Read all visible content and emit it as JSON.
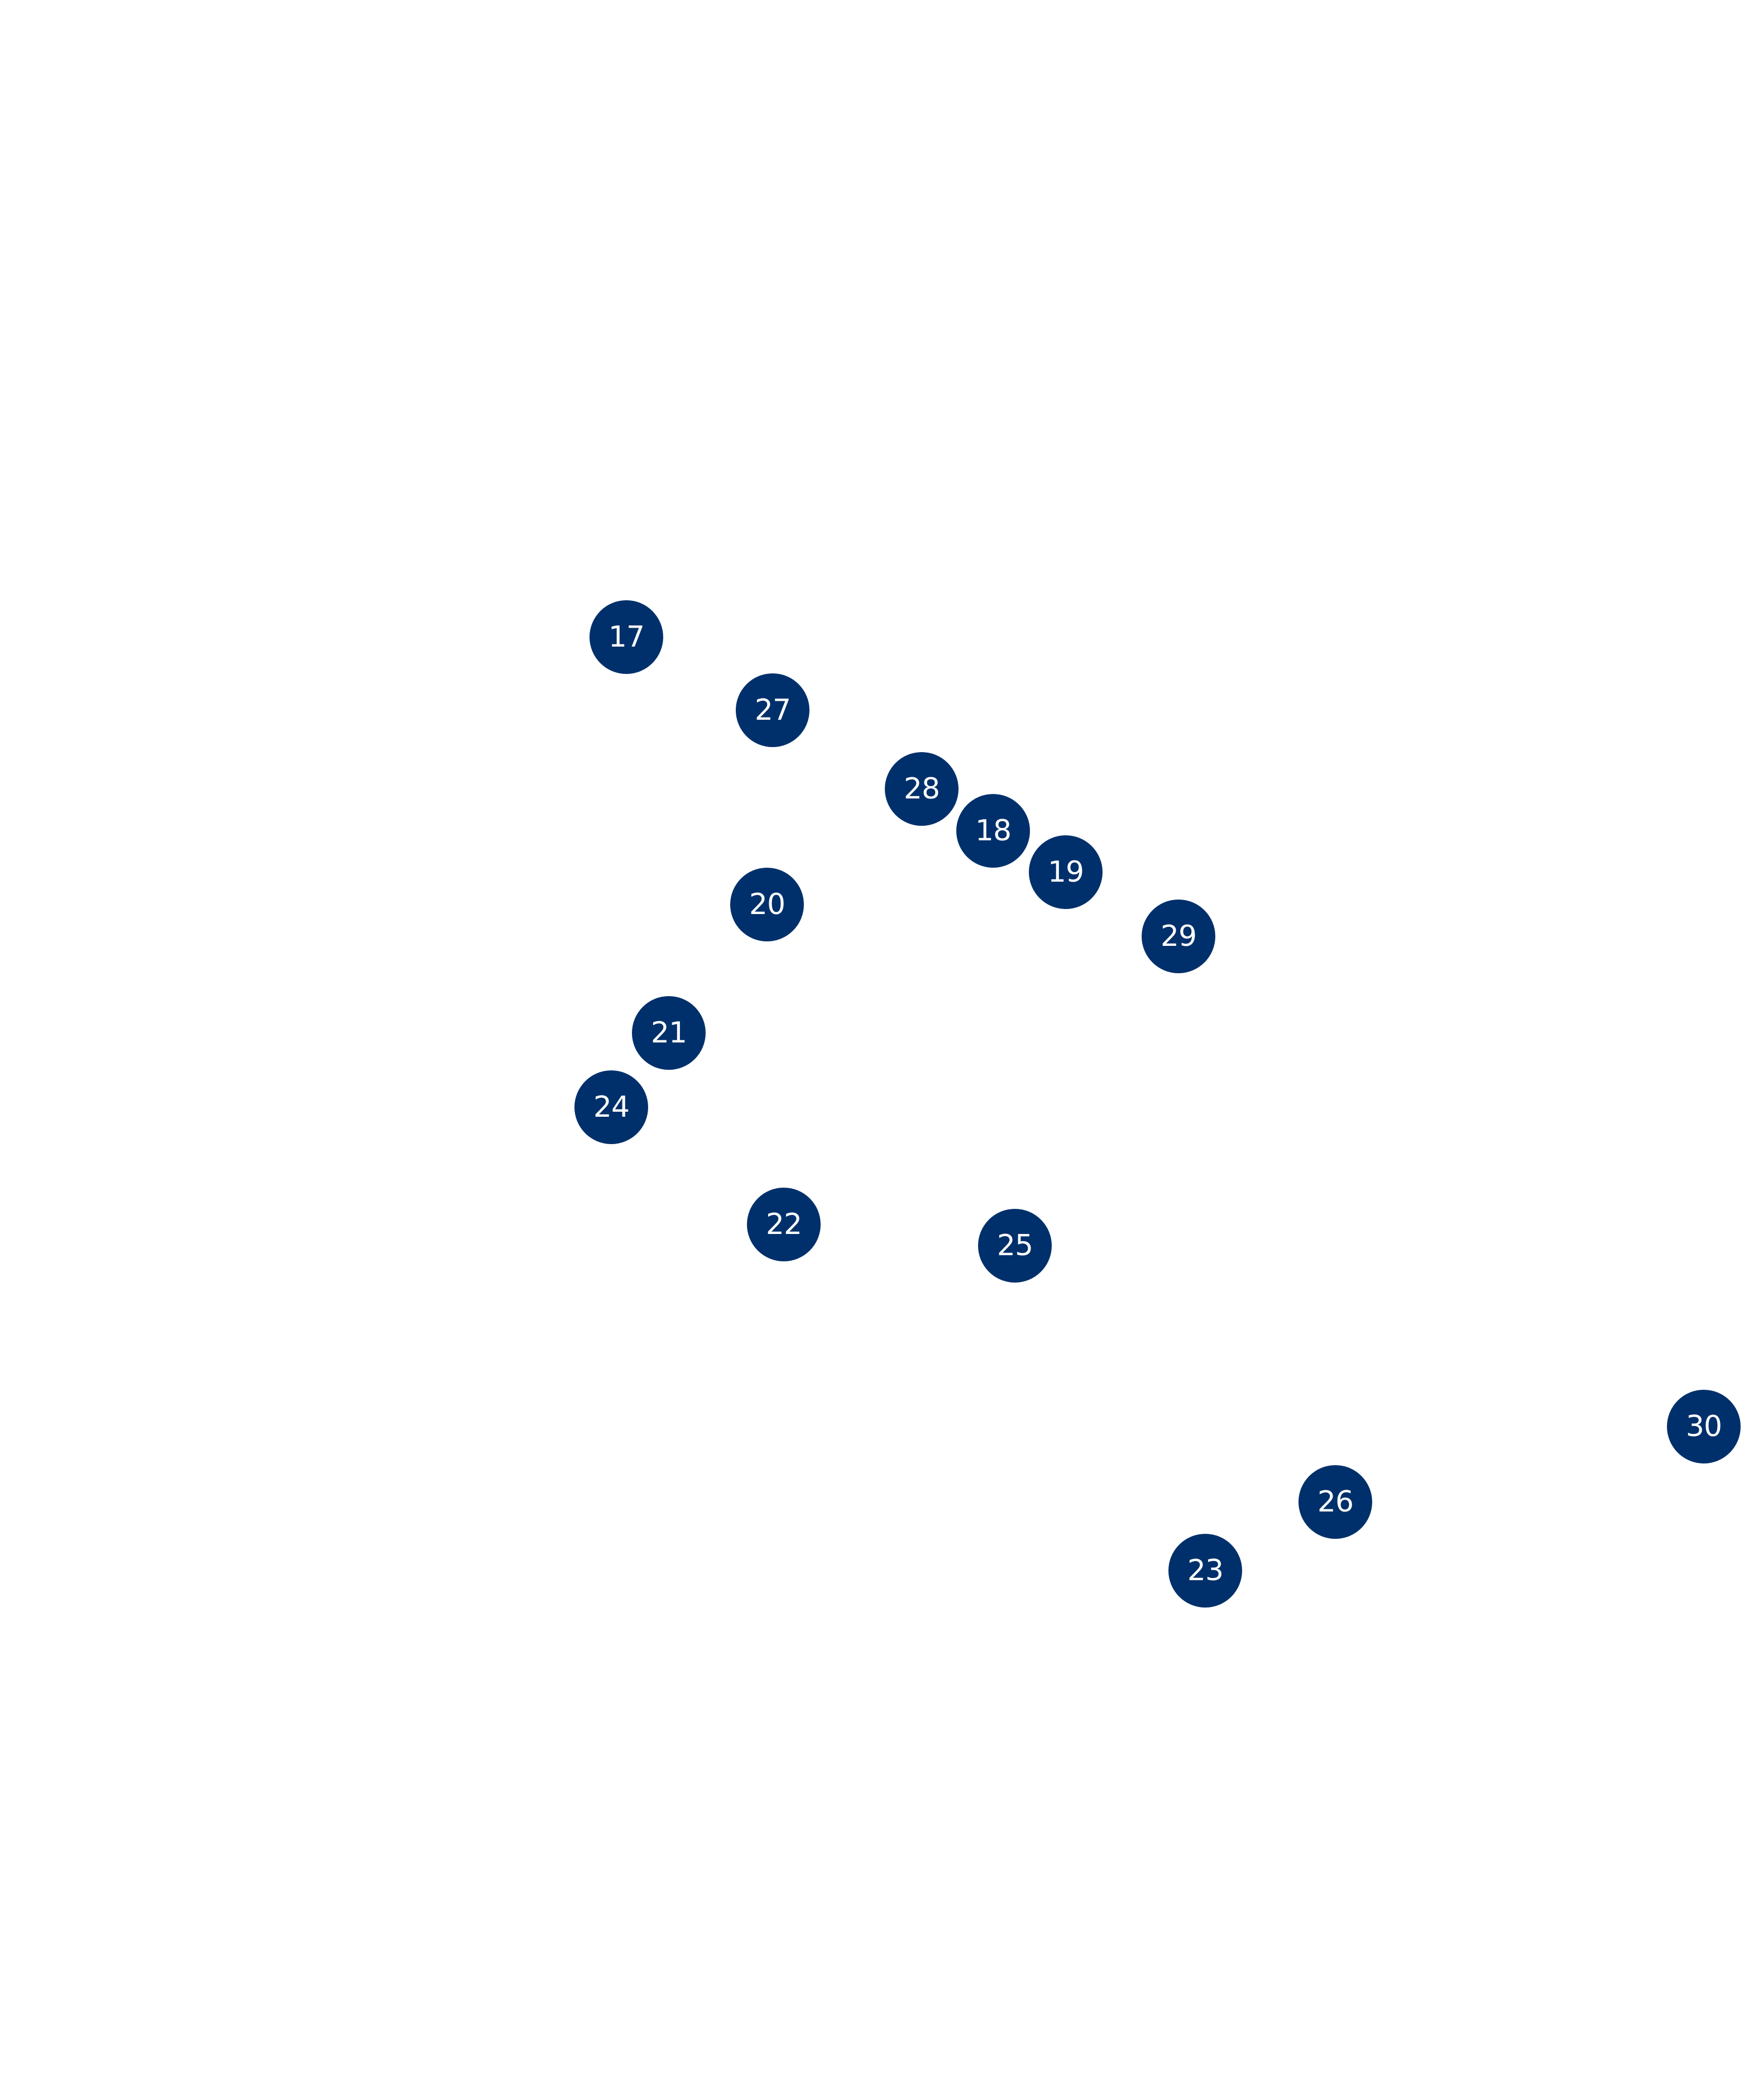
{
  "colors": {
    "background": "#ffffff",
    "marker_fill": "#00306b",
    "marker_text": "#ffffff"
  },
  "markers": [
    {
      "label": "17"
    },
    {
      "label": "27"
    },
    {
      "label": "28"
    },
    {
      "label": "18"
    },
    {
      "label": "19"
    },
    {
      "label": "29"
    },
    {
      "label": "20"
    },
    {
      "label": "21"
    },
    {
      "label": "24"
    },
    {
      "label": "22"
    },
    {
      "label": "25"
    },
    {
      "label": "30"
    },
    {
      "label": "26"
    },
    {
      "label": "23"
    }
  ]
}
